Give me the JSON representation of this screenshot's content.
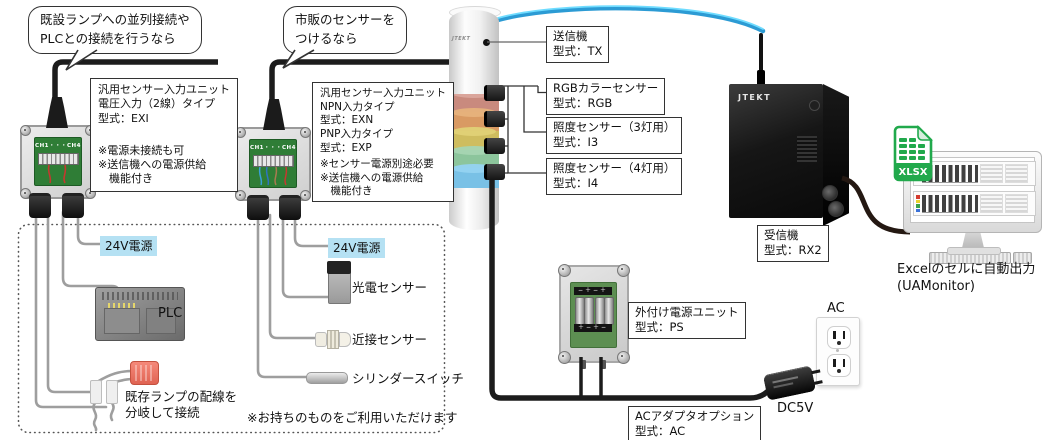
{
  "callouts": [
    {
      "lines": [
        "既設ランプへの並列接続や",
        "PLCとの接続を行うなら"
      ]
    },
    {
      "lines": [
        "市販のセンサーを",
        "つけるなら"
      ]
    }
  ],
  "sensor_units": {
    "exi": {
      "title": "汎用センサー入力ユニット",
      "type1": "電圧入力（2線）タイプ",
      "model1": "型式：EXI",
      "note1": "※電源未接続も可",
      "note2": "※送信機への電源供給",
      "note2b": "　機能付き",
      "pcb_label": "CH1・・・CH4"
    },
    "exn": {
      "title": "汎用センサー入力ユニット",
      "type1": "NPN入力タイプ",
      "model1": "型式：EXN",
      "type2": "PNP入力タイプ",
      "model2": "型式：EXP",
      "note1": "※センサー電源別途必要",
      "note2": "※送信機への電源供給",
      "note2b": "　機能付き",
      "pcb_label": "CH1・・・CH4"
    }
  },
  "tower": {
    "logo": "JTEKT",
    "segment_colors": [
      "#c98a7e",
      "#d99a63",
      "#cfbd5f",
      "#8cc59c",
      "#79c1e6"
    ]
  },
  "component_labels": {
    "transmitter": {
      "l1": "送信機",
      "l2": "型式：TX"
    },
    "rgb_sensor": {
      "l1": "RGBカラーセンサー",
      "l2": "型式：RGB"
    },
    "lux3_sensor": {
      "l1": "照度センサー（3灯用）",
      "l2": "型式：I3"
    },
    "lux4_sensor": {
      "l1": "照度センサー（4灯用）",
      "l2": "型式：I4"
    },
    "receiver": {
      "l1": "受信機",
      "l2": "型式：RX2"
    },
    "power_unit": {
      "l1": "外付け電源ユニット",
      "l2": "型式：PS"
    },
    "ac_adapter": {
      "l1": "ACアダプタオプション",
      "l2": "型式：AC"
    }
  },
  "user_devices": {
    "power_24v_left": "24V電源",
    "power_24v_right": "24V電源",
    "plc": "PLC",
    "photo_sensor": "光電センサー",
    "proximity_sensor": "近接センサー",
    "cylinder_switch": "シリンダースイッチ",
    "lamp_split_l1": "既存ランプの配線を",
    "lamp_split_l2": "分岐して接続",
    "note": "※お持ちのものをご利用いただけます"
  },
  "power": {
    "ac_label": "AC",
    "dc_label": "DC5V"
  },
  "receiver": {
    "brand": "JTEKT"
  },
  "battery_unit": {
    "polarity_top": "−＋−＋",
    "polarity_bottom": "＋−＋−"
  },
  "output": {
    "file_type": "XLSX",
    "caption_l1": "Excelのセルに自動出力",
    "caption_l2": "(UAMonitor)"
  },
  "colors": {
    "highlight_24v": "#b5e1f3",
    "wireless_arc": "#1590cf",
    "xlsx_green": "#21a94c",
    "pcb_green": "#2f7d36"
  }
}
